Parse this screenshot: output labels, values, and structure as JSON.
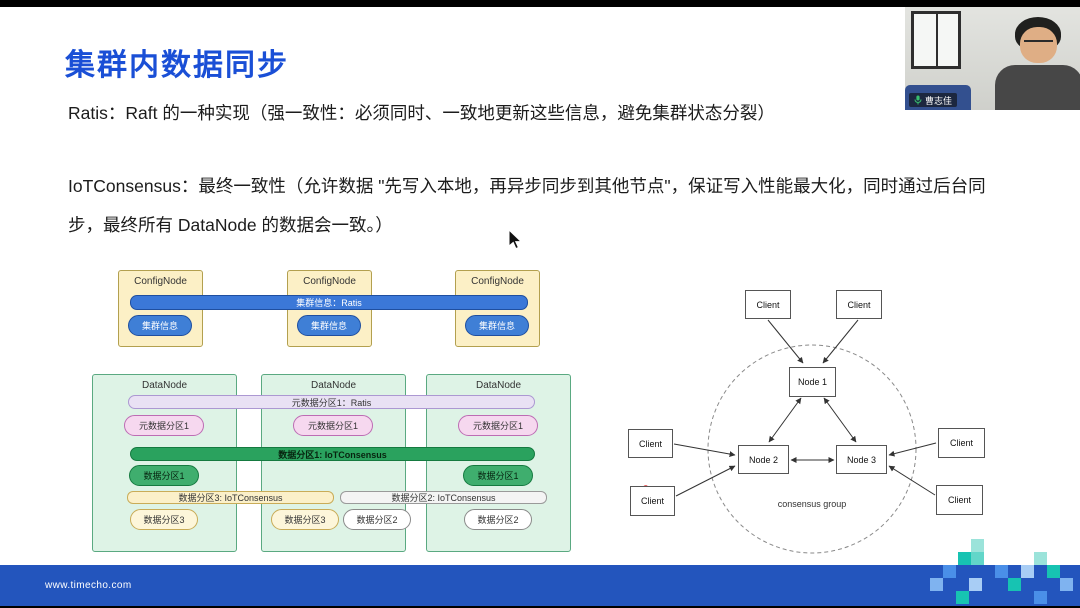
{
  "slide": {
    "title": "集群内数据同步",
    "paragraph_ratis": "Ratis：Raft 的一种实现（强一致性：必须同时、一致地更新这些信息，避免集群状态分裂）",
    "paragraph_iot": "IoTConsensus：最终一致性（允许数据 \"先写入本地，再异步同步到其他节点\"，保证写入性能最大化，同时通过后台同步，最终所有 DataNode 的数据会一致。）"
  },
  "cluster_diagram": {
    "confignode_label": "ConfigNode",
    "cluster_info_bar": "集群信息：Ratis",
    "cluster_info_oval": "集群信息",
    "datanode_label": "DataNode",
    "meta_partition_bar": "元数据分区1：Ratis",
    "meta_partition_oval": "元数据分区1",
    "data_partition1_bar": "数据分区1: IoTConsensus",
    "data_partition1_oval": "数据分区1",
    "data_partition3_bar": "数据分区3: IoTConsensus",
    "data_partition3_oval": "数据分区3",
    "data_partition2_bar": "数据分区2: IoTConsensus",
    "data_partition2_oval": "数据分区2"
  },
  "consensus_diagram": {
    "client_label": "Client",
    "node1_label": "Node 1",
    "node2_label": "Node 2",
    "node3_label": "Node 3",
    "group_label": "consensus group"
  },
  "webcam": {
    "participant_name": "曹志佳"
  },
  "footer": {
    "website": "www.timecho.com"
  },
  "colors": {
    "title_blue": "#1a4fd6",
    "footer_blue": "#2355bd",
    "ratis_bar_blue": "#3b78d8",
    "iotconsensus_green": "#2aa25e",
    "accent_teal": "#17c3b2"
  }
}
